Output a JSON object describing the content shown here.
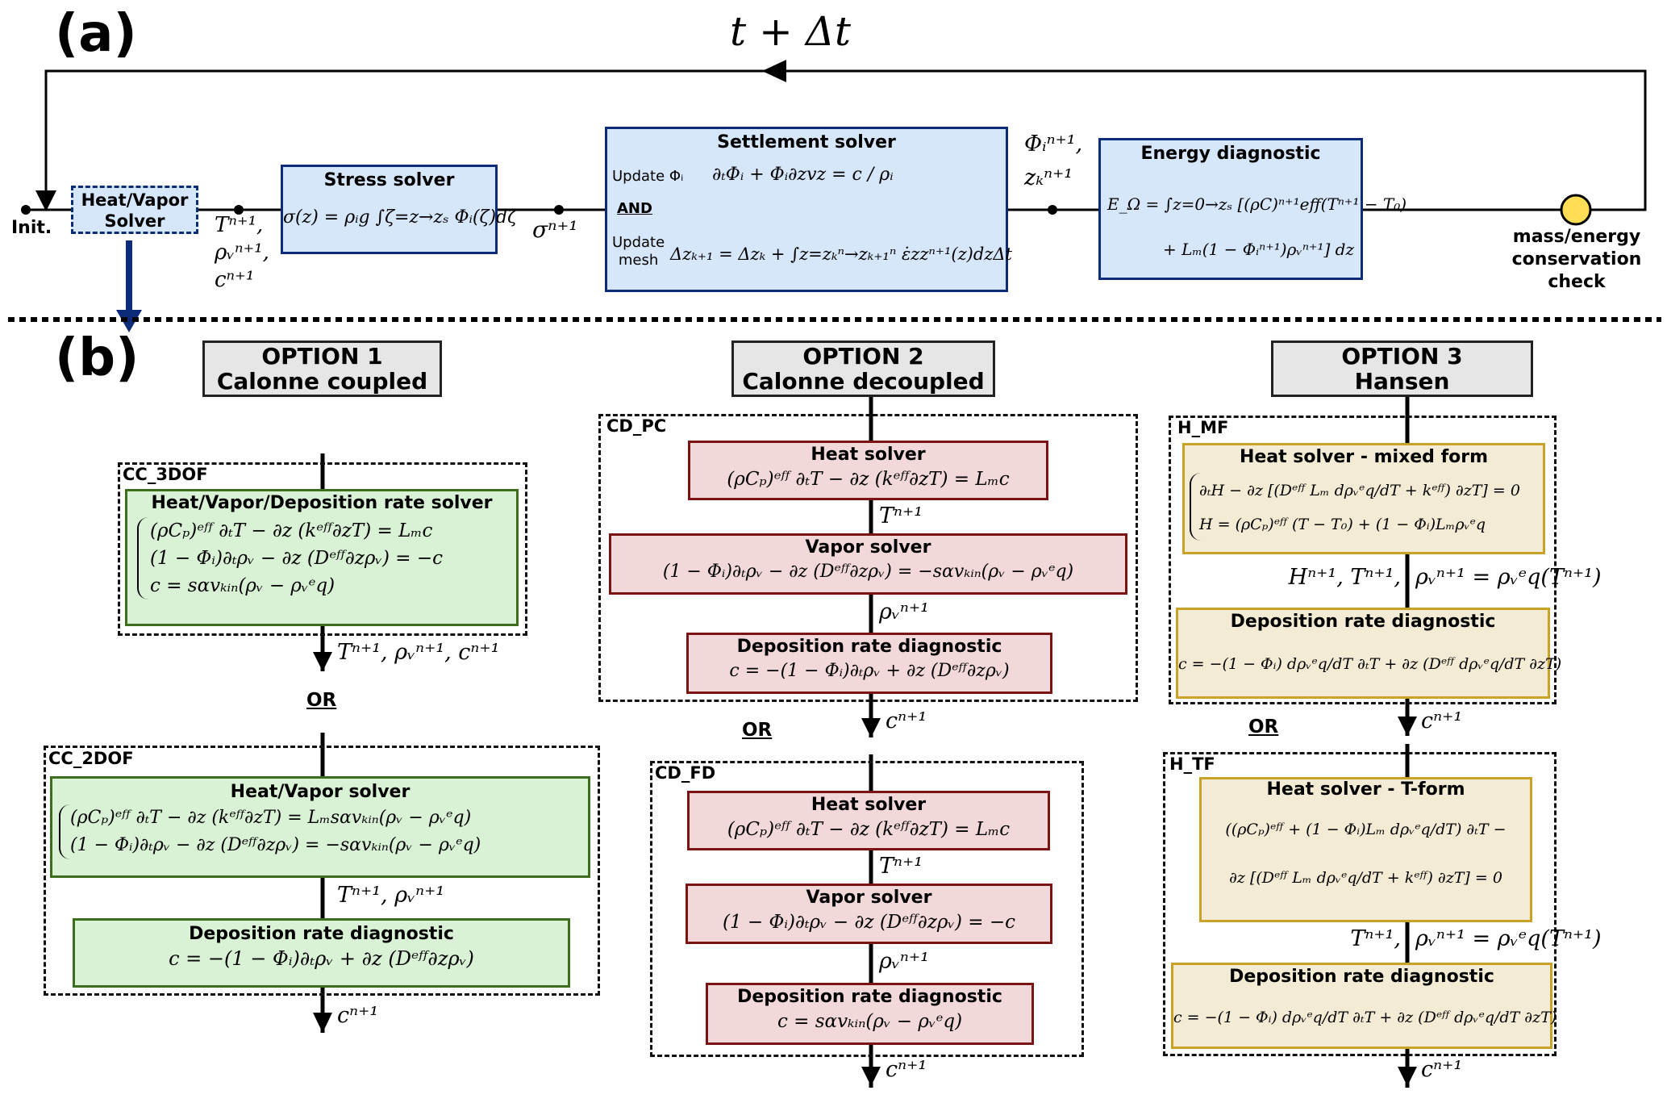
{
  "panel_a": {
    "label": "(a)",
    "loop_label": "t + Δt",
    "init_label": "Init.",
    "heat_vapor_solver": {
      "line1": "Heat/Vapor",
      "line2": "Solver"
    },
    "output_heat_vapor": [
      "Tⁿ⁺¹,",
      "ρᵥⁿ⁺¹,",
      "cⁿ⁺¹"
    ],
    "stress_solver": {
      "title": "Stress solver",
      "equation": "σ(z) = ρᵢg ∫ζ=z→zₛ Φᵢ(ζ)dζ"
    },
    "output_stress": "σⁿ⁺¹",
    "settlement_solver": {
      "title": "Settlement solver",
      "update_phi_label": "Update Φᵢ",
      "update_phi_equation": "∂ₜΦᵢ + Φᵢ∂zvz = c / ρᵢ",
      "and_label": "AND",
      "update_mesh_label_1": "Update",
      "update_mesh_label_2": "mesh",
      "update_mesh_equation": "Δzₖ₊₁ = Δzₖ + ∫z=zₖⁿ→zₖ₊₁ⁿ ε̇zzⁿ⁺¹(z)dzΔt"
    },
    "output_settlement": [
      "Φᵢⁿ⁺¹,",
      "zₖⁿ⁺¹"
    ],
    "energy_diagnostic": {
      "title": "Energy diagnostic",
      "equation_line1": "E_Ω = ∫z=0→zₛ [(ρC)ⁿ⁺¹eff(Tⁿ⁺¹ − T₀)",
      "equation_line2": "+ Lₘ(1 − Φᵢⁿ⁺¹)ρᵥⁿ⁺¹] dz"
    },
    "check": {
      "line1": "mass/energy",
      "line2": "conservation",
      "line3": "check"
    }
  },
  "panel_b": {
    "label": "(b)",
    "options": [
      {
        "header_line1": "OPTION 1",
        "header_line2": "Calonne coupled",
        "variants": [
          {
            "tag": "CC_3DOF",
            "blocks": [
              {
                "title": "Heat/Vapor/Deposition rate solver",
                "equations": [
                  "(ρCₚ)ᵉᶠᶠ ∂ₜT − ∂z (kᵉᶠᶠ∂zT) = Lₘc",
                  "(1 − Φᵢ)∂ₜρᵥ − ∂z (Dᵉᶠᶠ∂zρᵥ) = −c",
                  "c = sαvₖᵢₙ(ρᵥ − ρᵥᵉq)"
                ]
              }
            ],
            "output": "Tⁿ⁺¹, ρᵥⁿ⁺¹, cⁿ⁺¹"
          },
          {
            "tag": "CC_2DOF",
            "blocks": [
              {
                "title": "Heat/Vapor solver",
                "equations": [
                  "(ρCₚ)ᵉᶠᶠ ∂ₜT − ∂z (kᵉᶠᶠ∂zT) = Lₘsαvₖᵢₙ(ρᵥ − ρᵥᵉq)",
                  "(1 − Φᵢ)∂ₜρᵥ − ∂z (Dᵉᶠᶠ∂zρᵥ) = −sαvₖᵢₙ(ρᵥ − ρᵥᵉq)"
                ]
              },
              {
                "title": "Deposition rate diagnostic",
                "equations": [
                  "c = −(1 − Φᵢ)∂ₜρᵥ + ∂z (Dᵉᶠᶠ∂zρᵥ)"
                ]
              }
            ],
            "intermediate": "Tⁿ⁺¹, ρᵥⁿ⁺¹",
            "output": "cⁿ⁺¹"
          }
        ],
        "or_label": "OR"
      },
      {
        "header_line1": "OPTION 2",
        "header_line2": "Calonne decoupled",
        "variants": [
          {
            "tag": "CD_PC",
            "blocks": [
              {
                "title": "Heat solver",
                "equations": [
                  "(ρCₚ)ᵉᶠᶠ ∂ₜT − ∂z (kᵉᶠᶠ∂zT) = Lₘc"
                ]
              },
              {
                "title": "Vapor solver",
                "equations": [
                  "(1 − Φᵢ)∂ₜρᵥ − ∂z (Dᵉᶠᶠ∂zρᵥ) = −sαvₖᵢₙ(ρᵥ − ρᵥᵉq)"
                ]
              },
              {
                "title": "Deposition rate diagnostic",
                "equations": [
                  "c = −(1 − Φᵢ)∂ₜρᵥ + ∂z (Dᵉᶠᶠ∂zρᵥ)"
                ]
              }
            ],
            "intermediates": [
              "Tⁿ⁺¹",
              "ρᵥⁿ⁺¹"
            ],
            "output": "cⁿ⁺¹"
          },
          {
            "tag": "CD_FD",
            "blocks": [
              {
                "title": "Heat solver",
                "equations": [
                  "(ρCₚ)ᵉᶠᶠ ∂ₜT − ∂z (kᵉᶠᶠ∂zT) = Lₘc"
                ]
              },
              {
                "title": "Vapor solver",
                "equations": [
                  "(1 − Φᵢ)∂ₜρᵥ − ∂z (Dᵉᶠᶠ∂zρᵥ) = −c"
                ]
              },
              {
                "title": "Deposition rate diagnostic",
                "equations": [
                  "c = sαvₖᵢₙ(ρᵥ − ρᵥᵉq)"
                ]
              }
            ],
            "intermediates": [
              "Tⁿ⁺¹",
              "ρᵥⁿ⁺¹"
            ],
            "output": "cⁿ⁺¹"
          }
        ],
        "or_label": "OR"
      },
      {
        "header_line1": "OPTION 3",
        "header_line2": "Hansen",
        "variants": [
          {
            "tag": "H_MF",
            "blocks": [
              {
                "title": "Heat solver - mixed form",
                "equations": [
                  "∂ₜH − ∂z [(Dᵉᶠᶠ Lₘ dρᵥᵉq/dT + kᵉᶠᶠ) ∂zT] = 0",
                  "H = (ρCₚ)ᵉᶠᶠ (T − T₀) + (1 − Φᵢ)Lₘρᵥᵉq"
                ]
              },
              {
                "title": "Deposition rate diagnostic",
                "equations": [
                  "c = −(1 − Φᵢ) dρᵥᵉq/dT ∂ₜT + ∂z (Dᵉᶠᶠ dρᵥᵉq/dT ∂zT)"
                ]
              }
            ],
            "intermediate_left": "Hⁿ⁺¹, Tⁿ⁺¹,",
            "intermediate_right": "ρᵥⁿ⁺¹ = ρᵥᵉq(Tⁿ⁺¹)",
            "output": "cⁿ⁺¹"
          },
          {
            "tag": "H_TF",
            "blocks": [
              {
                "title": "Heat solver - T-form",
                "equations": [
                  "((ρCₚ)ᵉᶠᶠ + (1 − Φᵢ)Lₘ dρᵥᵉq/dT) ∂ₜT −",
                  "∂z [(Dᵉᶠᶠ Lₘ dρᵥᵉq/dT + kᵉᶠᶠ) ∂zT] = 0"
                ]
              },
              {
                "title": "Deposition rate diagnostic",
                "equations": [
                  "c = −(1 − Φᵢ) dρᵥᵉq/dT ∂ₜT + ∂z (Dᵉᶠᶠ dρᵥᵉq/dT ∂zT)"
                ]
              }
            ],
            "intermediate_left": "Tⁿ⁺¹,",
            "intermediate_right": "ρᵥⁿ⁺¹ = ρᵥᵉq(Tⁿ⁺¹)",
            "output": "cⁿ⁺¹"
          }
        ],
        "or_label": "OR"
      }
    ]
  },
  "colors": {
    "panel_a_fill": "#d6e6fb",
    "panel_a_border": "#0c2c7a",
    "option1_fill": "#d9f2d6",
    "option1_border": "#3c6e1e",
    "option2_fill": "#f2d8d9",
    "option2_border": "#7a1414",
    "option3_fill": "#f4ebd4",
    "option3_border": "#c9a227",
    "header_fill": "#e6e6e6",
    "check_fill": "#ffdd55",
    "link_arrow": "#0c2c7a"
  }
}
